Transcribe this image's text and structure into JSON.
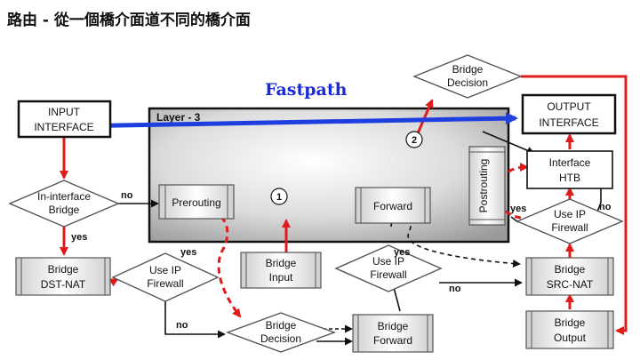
{
  "page_title": "路由 - 從一個橋介面道不同的橋介面",
  "fastpath_label": "Fastpath",
  "layer_label": "Layer - 3",
  "nodes": {
    "input_interface": [
      "INPUT",
      "INTERFACE"
    ],
    "output_interface": [
      "OUTPUT",
      "INTERFACE"
    ],
    "in_interface_bridge": [
      "In-interface",
      "Bridge"
    ],
    "bridge_dst_nat": [
      "Bridge",
      "DST-NAT"
    ],
    "use_ip_firewall_1": [
      "Use IP",
      "Firewall"
    ],
    "prerouting": "Prerouting",
    "bridge_input": [
      "Bridge",
      "Input"
    ],
    "bridge_decision_bottom": [
      "Bridge",
      "Decision"
    ],
    "bridge_forward": [
      "Bridge",
      "Forward"
    ],
    "use_ip_firewall_2": [
      "Use IP",
      "Firewall"
    ],
    "forward": "Forward",
    "bridge_decision_top": [
      "Bridge",
      "Decision"
    ],
    "postrouting": "Postrouting",
    "interface_htb": [
      "Interface",
      "HTB"
    ],
    "use_ip_firewall_3": [
      "Use IP",
      "Firewall"
    ],
    "bridge_src_nat": [
      "Bridge",
      "SRC-NAT"
    ],
    "bridge_output": [
      "Bridge",
      "Output"
    ]
  },
  "edge_labels": {
    "no_1": "no",
    "yes_1": "yes",
    "yes_2": "yes",
    "no_2": "no",
    "yes_3": "yes",
    "no_3": "no",
    "yes_4": "yes",
    "no_4": "no"
  },
  "markers": {
    "m1": "1",
    "m2": "2"
  },
  "colors": {
    "red": "#e01b1b",
    "blue": "#1f3ee0",
    "black": "#111111"
  }
}
